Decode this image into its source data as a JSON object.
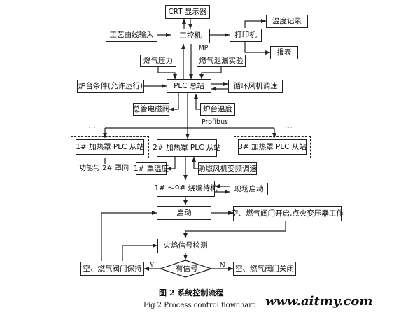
{
  "nodes": {
    "crt": "CRT 显示器",
    "ipc": "工控机",
    "curve_input": "工艺曲线输入",
    "printer": "打印机",
    "temp_record": "温度记录",
    "report": "报表",
    "gas_pressure": "燃气压力",
    "gas_leak": "燃气泄漏实验",
    "furnace_cond": "炉台条件(允许运行)",
    "plc_master": "PLC 总站",
    "circ_fan": "循环风机调速",
    "main_valve": "总管电磁阀",
    "furnace_temp": "炉台温度",
    "slave1": "1# 加热罩 PLC 从站",
    "slave2": "2# 加热罩 PLC 从站",
    "slave3": "3# 加热罩 PLC 从站",
    "hood1_temp": "1# 罩温度",
    "aux_fan": "助燃风机变频调速",
    "burner": "1# ～9# 烧嘴待机",
    "local_start": "现场启动",
    "ignite": "启动",
    "open_valves": "空、燃气阀门开启,点火变压器工作",
    "flame_detect": "火焰信号检测",
    "has_signal": "有信号",
    "hold": "空、燃气阀门保持",
    "close": "空、燃气阀门关闭"
  },
  "labels": {
    "mpi": "MPI",
    "profibus": "Profibus",
    "func_same": "功能与 2# 罩同",
    "yes": "Y",
    "no": "N",
    "dots": "⋯"
  },
  "caption": {
    "cn": "图 2   系统控制流程",
    "en": "Fig 2    Process control flowchart"
  },
  "watermark": "www.aitmy.com"
}
